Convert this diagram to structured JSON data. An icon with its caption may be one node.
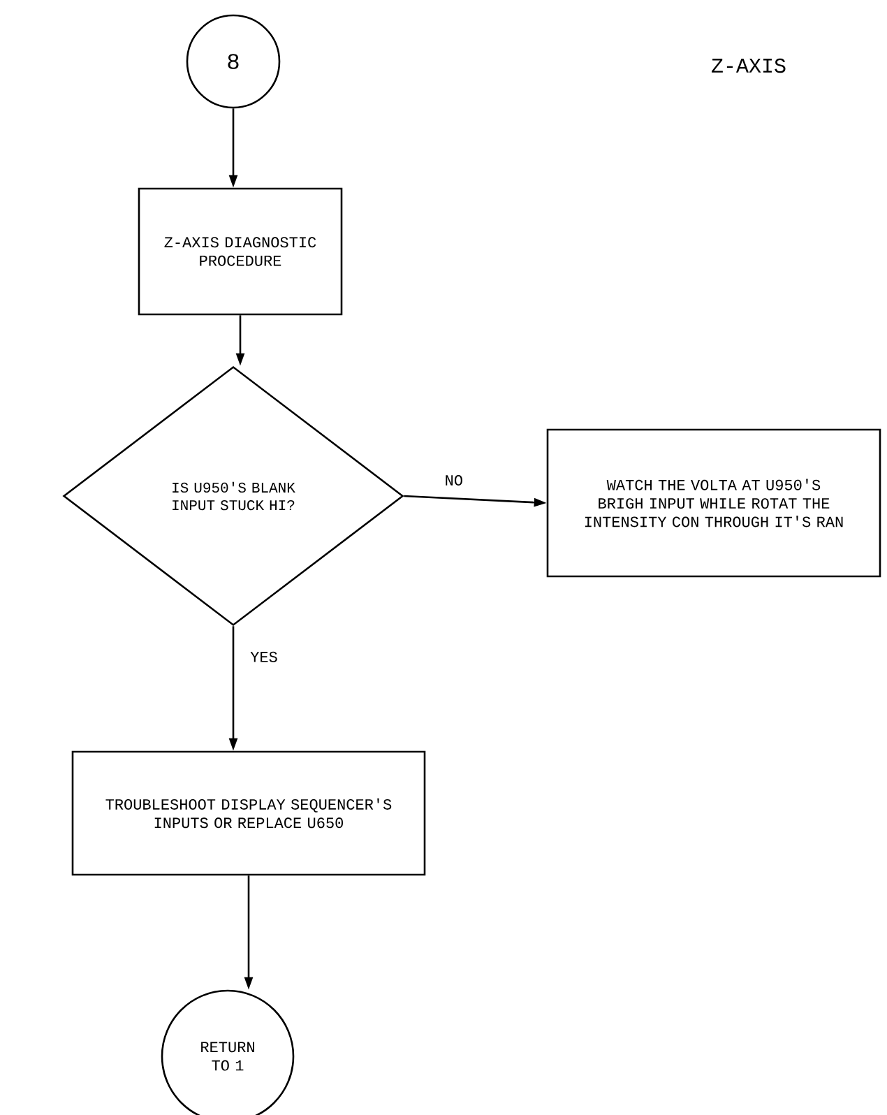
{
  "diagram": {
    "title": "Z-AXIS",
    "nodes": [
      {
        "text": [
          "8"
        ]
      },
      {
        "text": [
          "Z-AXIS DIAGNOSTIC PROCEDURE"
        ]
      },
      {
        "text": [
          "IS U950'S BLANK INPUT STUCK HI?"
        ]
      },
      {
        "text": [
          "WATCH THE VOLTA AT U950'S BRIGH INPUT WHILE ROTAT THE INTENSITY CON THROUGH IT'S RAN"
        ]
      },
      {
        "text": [
          "TROUBLESHOOT DISPLAY SEQUENCER'S INPUTS OR REPLACE U650"
        ]
      },
      {
        "text": [
          "RETURN TO 1"
        ]
      }
    ],
    "edges": [
      {
        "from": 0,
        "to": 1,
        "arrow": "to"
      },
      {
        "from": 1,
        "to": 2,
        "arrow": "to"
      },
      {
        "from": 2,
        "to": 3,
        "arrow": "to",
        "label": "NO"
      },
      {
        "from": 2,
        "to": 4,
        "arrow": "to",
        "label": "YES"
      },
      {
        "from": 4,
        "to": 5,
        "arrow": "to"
      }
    ]
  }
}
